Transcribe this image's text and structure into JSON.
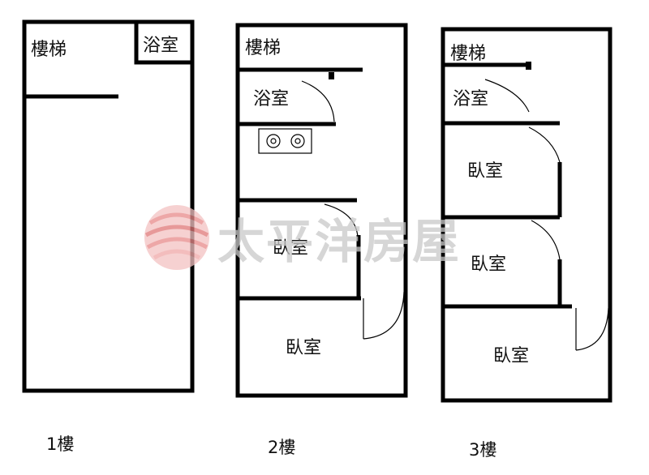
{
  "floors": [
    {
      "name": "1樓",
      "rooms": {
        "stairs": "樓梯",
        "bath": "浴室"
      }
    },
    {
      "name": "2樓",
      "rooms": {
        "stairs": "樓梯",
        "bath": "浴室",
        "bedroom_1": "臥室",
        "bedroom_2": "臥室"
      }
    },
    {
      "name": "3樓",
      "rooms": {
        "stairs": "樓梯",
        "bath": "浴室",
        "bedroom_1": "臥室",
        "bedroom_2": "臥室",
        "bedroom_3": "臥室"
      }
    }
  ],
  "watermark": {
    "text": "太平洋房屋",
    "accent_color": "#e05a5a"
  },
  "colors": {
    "wall": "#000000",
    "watermark_text": "#c9c9c9"
  }
}
